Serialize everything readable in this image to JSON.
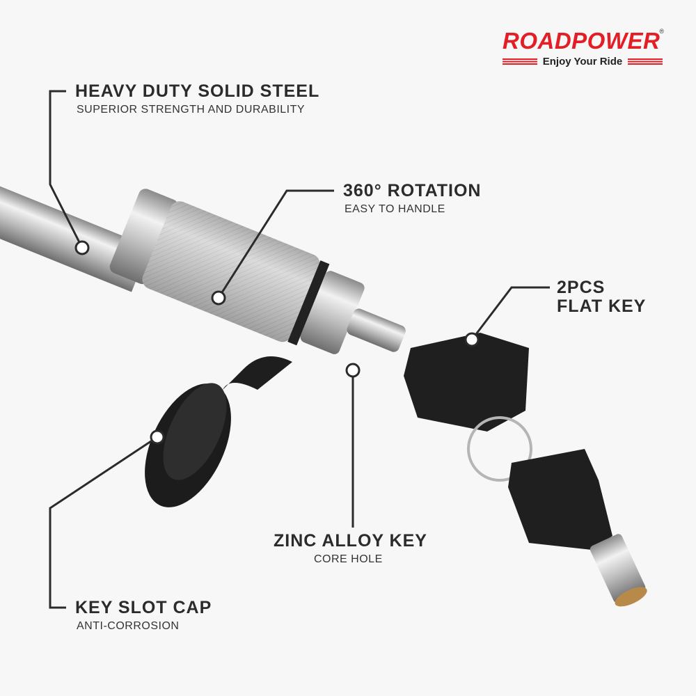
{
  "logo": {
    "brand": "ROADPOWER",
    "registered": "®",
    "tagline": "Enjoy Your Ride"
  },
  "callouts": [
    {
      "title": "HEAVY DUTY SOLID STEEL",
      "subtitle": "SUPERIOR STRENGTH AND DURABILITY"
    },
    {
      "title": "360° ROTATION",
      "subtitle": "EASY TO HANDLE"
    },
    {
      "title_line1": "2PCS",
      "title_line2": "FLAT KEY"
    },
    {
      "title": "ZINC ALLOY KEY",
      "subtitle": "CORE HOLE"
    },
    {
      "title": "KEY SLOT CAP",
      "subtitle": "ANTI-CORROSION"
    }
  ],
  "colors": {
    "brand_red": "#e21f26",
    "text": "#2b2b2b",
    "background": "#f7f7f7"
  }
}
